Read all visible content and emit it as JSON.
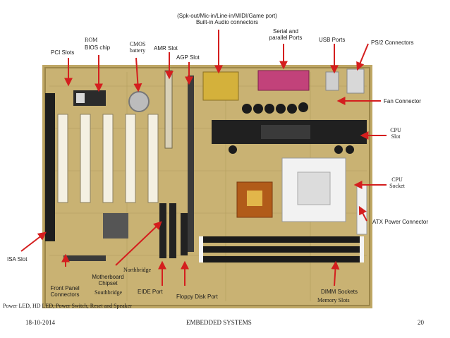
{
  "labels": {
    "builtin_audio": "(Spk-out/Mic-in/Line-in/MIDI/Game port)\nBuilt-in Audio connectors",
    "rom_bios_rom": "ROM",
    "rom_bios_chip": "BIOS chip",
    "cmos": "CMOS\nbattery",
    "pci": "PCI Slots",
    "amr": "AMR Slot",
    "agp": "AGP Slot",
    "serial": "Serial and\nparallel Ports",
    "usb": "USB Ports",
    "ps2": "PS/2 Connectors",
    "fan": "Fan Connector",
    "cpu_slot": "CPU\nSlot",
    "cpu_socket": "CPU\nSocket",
    "atx": "ATX Power Connector",
    "isa": "ISA Slot",
    "front_panel": "Front Panel\nConnectors",
    "front_panel_detail": "Power LED, HD LED, Power Switch, Reset and Speaker",
    "mb_chipset": "Motherboard\nChipset",
    "northbridge": "Northbridge",
    "southbridge": "Southbridge",
    "eide": "EIDE Port",
    "floppy": "Floppy Disk Port",
    "dimm": "DIMM Sockets",
    "memory_slots": "Memory Slots"
  },
  "footer": {
    "date": "18-10-2014",
    "title": "EMBEDDED SYSTEMS",
    "page": "20"
  },
  "colors": {
    "arrow": "#d41e1e",
    "board": "#b9a15c"
  }
}
